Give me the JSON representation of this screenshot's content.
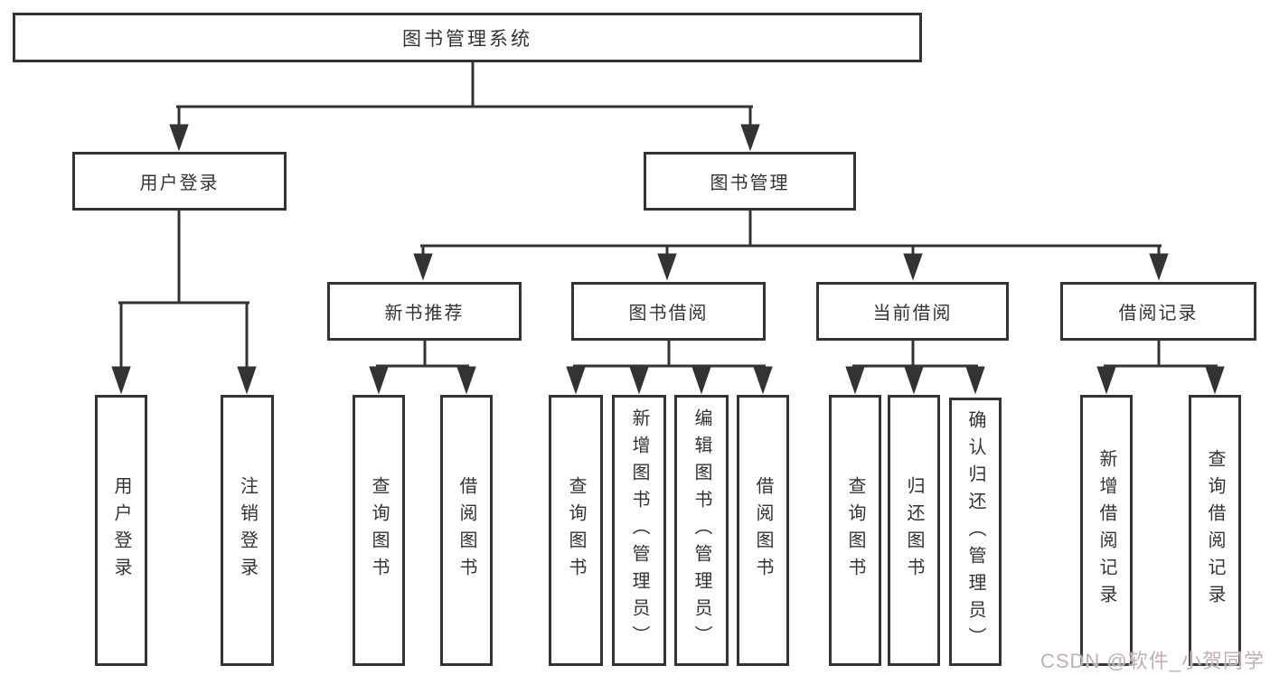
{
  "diagram": {
    "root": {
      "label": "图书管理系统"
    },
    "branches": [
      {
        "label": "用户登录",
        "children": [
          {
            "label": "用户登录"
          },
          {
            "label": "注销登录"
          }
        ]
      },
      {
        "label": "图书管理",
        "children": [
          {
            "label": "新书推荐",
            "children": [
              {
                "label": "查询图书"
              },
              {
                "label": "借阅图书"
              }
            ]
          },
          {
            "label": "图书借阅",
            "children": [
              {
                "label": "查询图书"
              },
              {
                "label": "新增图书（管理员）"
              },
              {
                "label": "编辑图书（管理员）"
              },
              {
                "label": "借阅图书"
              }
            ]
          },
          {
            "label": "当前借阅",
            "children": [
              {
                "label": "查询图书"
              },
              {
                "label": "归还图书"
              },
              {
                "label": "确认归还（管理员）"
              }
            ]
          },
          {
            "label": "借阅记录",
            "children": [
              {
                "label": "新增借阅记录"
              },
              {
                "label": "查询借阅记录"
              }
            ]
          }
        ]
      }
    ]
  },
  "watermark": {
    "text": "CSDN @软件_小贺同学"
  },
  "colors": {
    "line": "#333333",
    "text": "#333333",
    "box_background": "#ffffff",
    "watermark": "#c2b0b0"
  }
}
